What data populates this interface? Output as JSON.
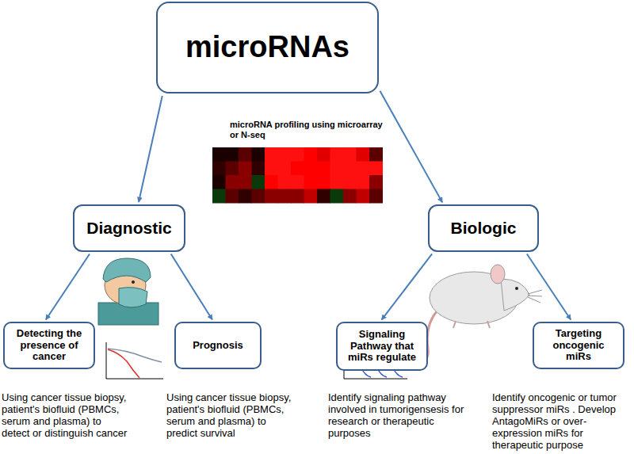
{
  "diagram": {
    "nodes": [
      {
        "text": [
          "microRNAs"
        ]
      },
      {
        "text": [
          "Diagnostic"
        ]
      },
      {
        "text": [
          "Biologic"
        ]
      },
      {
        "text": [
          "Detecting the presence of cancer"
        ]
      },
      {
        "text": [
          "Prognosis"
        ]
      },
      {
        "text": [
          "Signaling Pathway that miRs regulate"
        ]
      },
      {
        "text": [
          "Targeting oncogenic miRs"
        ]
      }
    ],
    "edges": [
      {
        "from": 0,
        "to": 1,
        "arrow": "to"
      },
      {
        "from": 0,
        "to": 2,
        "arrow": "to"
      },
      {
        "from": 1,
        "to": 3,
        "arrow": "to"
      },
      {
        "from": 1,
        "to": 4,
        "arrow": "to"
      },
      {
        "from": 2,
        "to": 5,
        "arrow": "to"
      },
      {
        "from": 2,
        "to": 6,
        "arrow": "to"
      }
    ],
    "labels": [
      "microRNA profiling using microarray or N-seq",
      "Using cancer tissue biopsy, patient's biofluid (PBMCs, serum and plasma) to detect or distinguish cancer",
      "Using cancer tissue biopsy, patient's biofluid (PBMCs, serum and plasma) to predict survival",
      "Identify signaling pathway involved in tumorigensesis for research or therapeutic purposes",
      "Identify oncogenic or tumor suppressor miRs . Develop AntagoMiRs or over-expression miRs for therapeutic purpose"
    ]
  }
}
